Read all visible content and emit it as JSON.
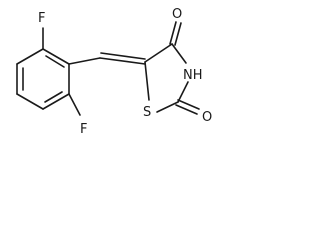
{
  "molecule": {
    "atoms": {
      "f_top": "F",
      "f_bottom": "F",
      "o_top": "O",
      "o_right": "O",
      "nh": "NH",
      "s": "S"
    }
  }
}
